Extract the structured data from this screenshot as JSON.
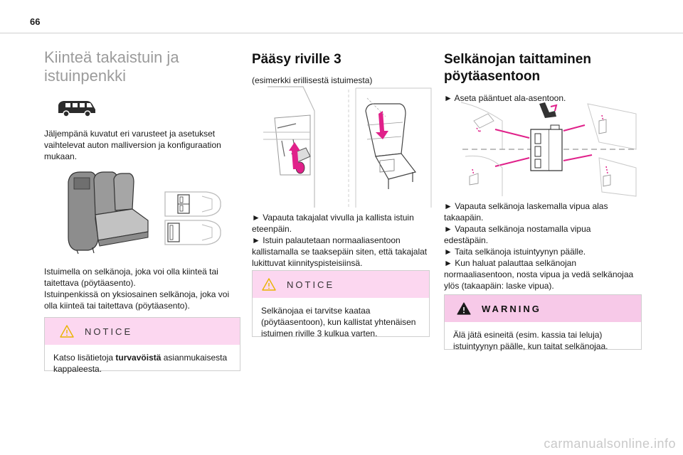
{
  "page": {
    "number": "66",
    "footer": "carmanualsonline.info"
  },
  "col1": {
    "title_lines": [
      "Kiinteä takaistuin ja",
      "istuinpenkki"
    ],
    "intro_lines": [
      "Jäljempänä kuvatut eri varusteet ja asetukset",
      "vaihtelevat auton malliversion ja konfiguraation",
      "mukaan."
    ],
    "desc_lines": [
      "Istuimella on selkänoja, joka voi olla kiinteä tai",
      "taitettava (pöytäasento).",
      "Istuinpenkissä on yksiosainen selkänoja, joka voi",
      "olla kiinteä tai taitettava (pöytäasento)."
    ],
    "notice": {
      "title": "NOTICE",
      "line1": "Katso lisätietoja ",
      "bold": "turvavöistä",
      "line1_end": " asianmukaisesta",
      "line2": "kappaleesta."
    }
  },
  "col2": {
    "title": "Pääsy riville 3",
    "subtitle": "(esimerkki erillisestä istuimesta)",
    "steps": [
      "► Vapauta takajalat vivulla ja kallista istuin",
      "eteenpäin.",
      "► Istuin palautetaan normaaliasentoon",
      "kallistamalla se taaksepäin siten, että takajalat",
      "lukittuvat kiinnityspisteisiinsä."
    ],
    "notice": {
      "title": "NOTICE",
      "lines": [
        "Selkänojaa ei tarvitse kaataa",
        "(pöytäasentoon), kun kallistat yhtenäisen",
        "istuimen riville 3 kulkua varten."
      ]
    }
  },
  "col3": {
    "title_lines": [
      "Selkänojan taittaminen",
      "pöytäasentoon"
    ],
    "step1": "► Aseta pääntuet ala-asentoon.",
    "steps": [
      "► Vapauta selkänoja laskemalla vipua alas",
      "takaapäin.",
      "► Vapauta selkänoja nostamalla vipua",
      "edestäpäin.",
      "► Taita selkänoja istuintyynyn päälle.",
      "► Kun haluat palauttaa selkänojan",
      "normaaliasentoon, nosta vipua ja vedä selkänojaa",
      "ylös (takaapäin: laske vipua)."
    ],
    "warning": {
      "title": "WARNING",
      "lines": [
        "Älä jätä esineitä (esim. kassia tai leluja)",
        "istuintyynyn päälle, kun taitat selkänojaa."
      ]
    }
  },
  "colors": {
    "accent_pink": "#e0218a",
    "notice_bg": "#fcd7f0",
    "heading_grey": "#9b9b9b"
  }
}
